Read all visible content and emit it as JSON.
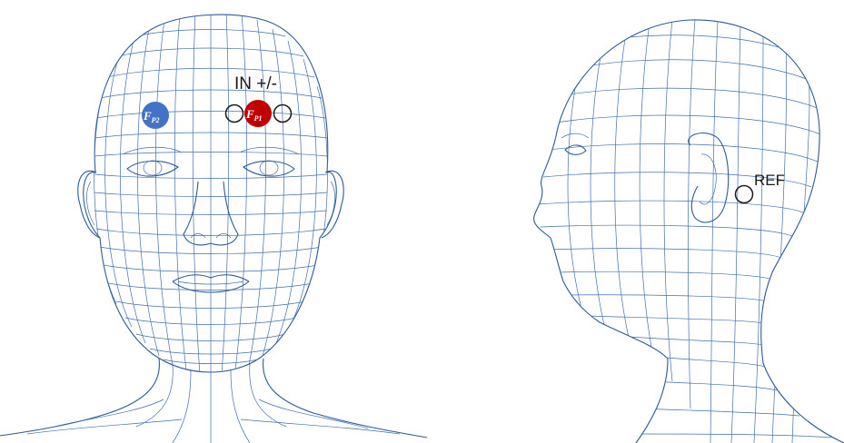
{
  "labels": {
    "input_pair": "IN +/-",
    "reference": "REF"
  },
  "electrodes": {
    "fp2": {
      "letter": "F",
      "subscript": "P2",
      "color": "#4472c4"
    },
    "fp1": {
      "letter": "F",
      "subscript": "P1",
      "color": "#c00000"
    }
  },
  "colors": {
    "mesh": "#3f6fae",
    "empty_electrode_stroke": "#1a1a1a"
  }
}
